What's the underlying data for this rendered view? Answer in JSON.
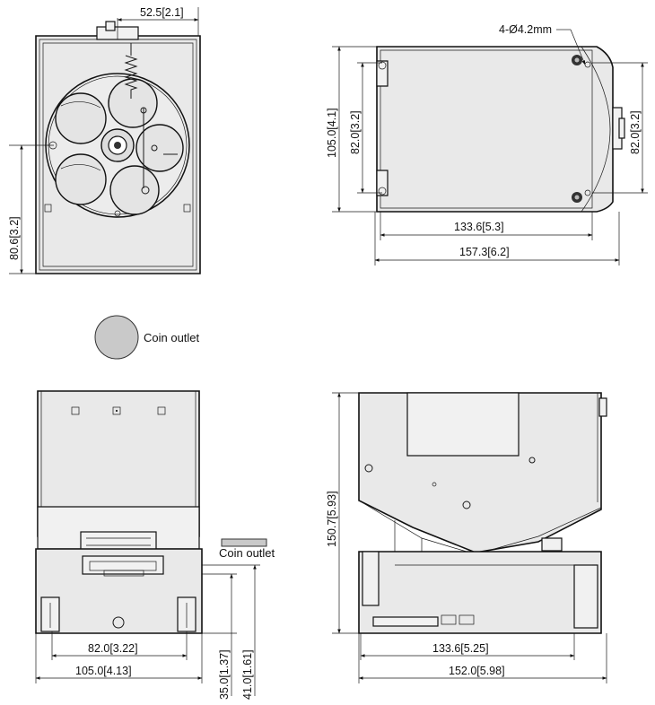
{
  "dimensions": {
    "top_left_width": "52.5[2.1]",
    "top_left_height": "80.6[3.2]",
    "top_right_hole": "4-Ø4.2mm",
    "top_right_height": "105.0[4.1]",
    "top_right_inner_height_left": "82.0[3.2]",
    "top_right_inner_height_right": "82.0[3.2]",
    "top_right_inner_width": "133.6[5.3]",
    "top_right_total_width": "157.3[6.2]",
    "bottom_left_inner_width": "82.0[3.22]",
    "bottom_left_total_width": "105.0[4.13]",
    "bottom_left_height_a": "35.0[1.37]",
    "bottom_left_height_b": "41.0[1.61]",
    "bottom_right_height": "150.7[5.93]",
    "bottom_right_inner_width": "133.6[5.25]",
    "bottom_right_total_width": "152.0[5.98]"
  },
  "labels": {
    "coin_outlet_round": "Coin outlet",
    "coin_outlet_rect": "Coin outlet"
  },
  "colors": {
    "line": "#111111",
    "body_fill": "#e9e9e9",
    "coin_gray": "#c9c9c9"
  }
}
